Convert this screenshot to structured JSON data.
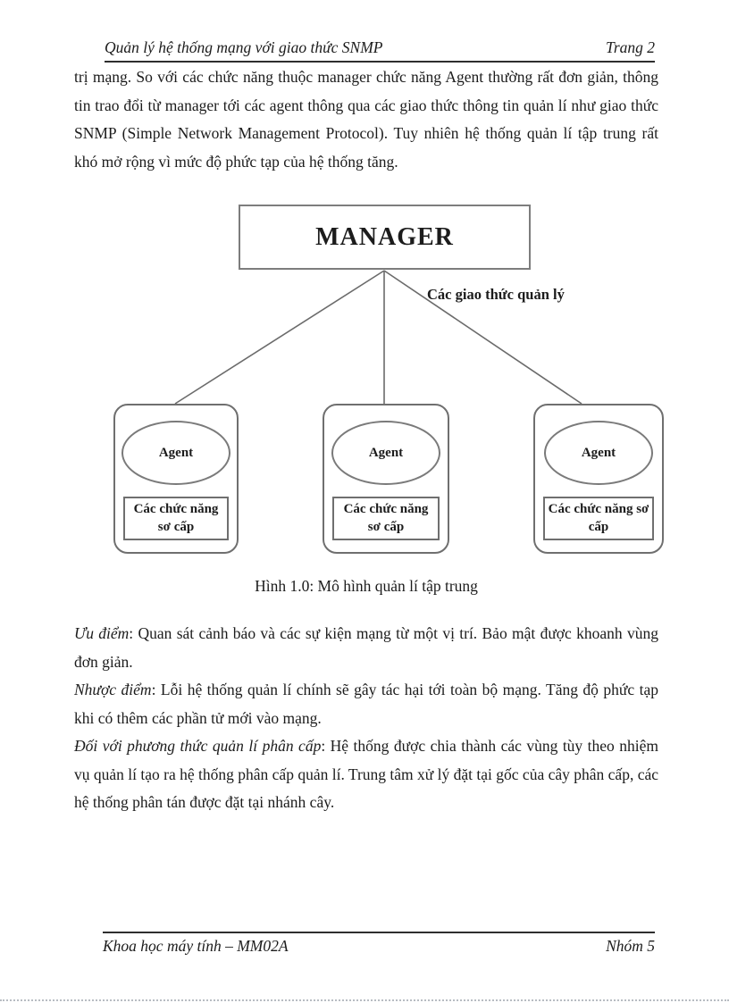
{
  "header": {
    "title": "Quản lý hệ thống mạng với giao thức SNMP",
    "page_label": "Trang 2"
  },
  "body": {
    "paragraph1": "trị mạng. So với các chức năng thuộc manager chức năng Agent thường rất đơn giản, thông tin trao đổi từ manager tới các agent thông qua các giao thức thông tin quản lí như giao thức SNMP (Simple Network Management Protocol). Tuy  nhiên hệ thống quản lí tập trung rất khó mở rộng vì mức độ phức tạp của hệ thống tăng.",
    "paragraphs": [
      {
        "lead": "Ưu điểm",
        "text": ": Quan sát cảnh báo và các sự kiện mạng từ một vị trí. Bảo mật được khoanh vùng đơn giản."
      },
      {
        "lead": "Nhược điểm",
        "text": ": Lỗi hệ thống quản lí chính sẽ gây tác hại tới toàn bộ mạng. Tăng độ phức tạp khi có thêm các phần tử mới vào mạng."
      },
      {
        "lead": "Đối với phương thức quản lí phân cấp",
        "text": ": Hệ thống được chia thành các vùng tùy theo nhiệm vụ quản lí tạo ra hệ thống phân cấp quản lí. Trung tâm xử lý đặt tại gốc của cây phân cấp, các hệ thống phân tán được đặt tại nhánh cây."
      }
    ]
  },
  "diagram": {
    "manager_label": "MANAGER",
    "protocols_label": "Các giao thức quản lý",
    "agents": [
      {
        "agent_label": "Agent",
        "functions_label": "Các chức năng sơ cấp"
      },
      {
        "agent_label": "Agent",
        "functions_label": "Các chức năng sơ cấp"
      },
      {
        "agent_label": "Agent",
        "functions_label": "Các chức năng sơ cấp"
      }
    ],
    "caption": "Hình 1.0: Mô hình quản lí tập trung",
    "line_color": "#6b6b6b"
  },
  "footer": {
    "left": "Khoa học máy tính – MM02A",
    "right": "Nhóm 5"
  }
}
